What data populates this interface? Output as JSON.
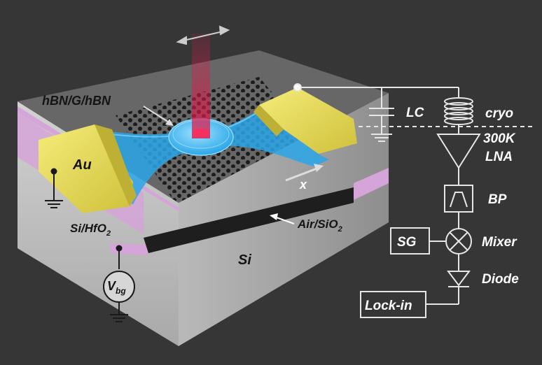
{
  "labels": {
    "heterostructure": "hBN/G/hBN",
    "gold": "Au",
    "si_hfo2_prefix": "Si/HfO",
    "si_hfo2_sub": "2",
    "si": "Si",
    "air_sio2_prefix": "Air/SiO",
    "air_sio2_sub": "2",
    "x_axis": "x",
    "vbg_main": "V",
    "vbg_sub": "bg"
  },
  "circuit": {
    "lc": "LC",
    "cryo": "cryo",
    "temp_300k": "300K",
    "lna": "LNA",
    "bp": "BP",
    "sg": "SG",
    "mixer": "Mixer",
    "diode": "Diode",
    "lockin": "Lock-in"
  },
  "colors": {
    "background": "#363636",
    "gold": "#e8dc4e",
    "graphene": "#2aa6e8",
    "substrate_top": "#676767",
    "substrate_front": "#c3c3c3",
    "hfo2": "#d5a4d8",
    "laser": "#e0194a"
  }
}
